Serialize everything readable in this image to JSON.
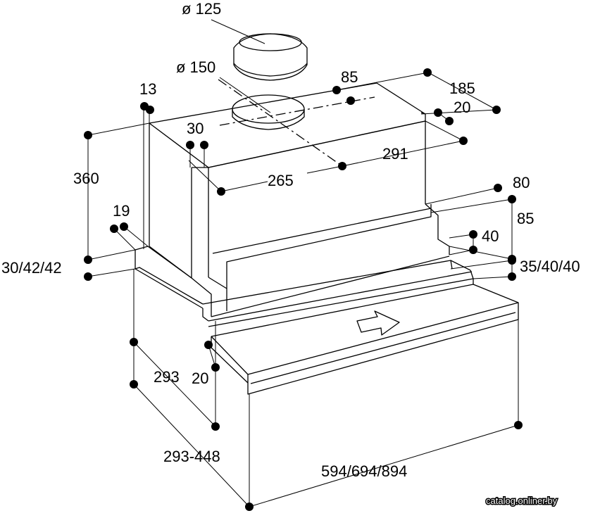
{
  "dimensions": {
    "d125": "ø 125",
    "d150": "ø 150",
    "d13": "13",
    "d85_top": "85",
    "d185": "185",
    "d20_top": "20",
    "d30": "30",
    "d291": "291",
    "d360": "360",
    "d265": "265",
    "d80": "80",
    "d85_right": "85",
    "d19": "19",
    "d40": "40",
    "d30_42_42": "30/42/42",
    "d35_40_40": "35/40/40",
    "d293": "293",
    "d20_bottom": "20",
    "d293_448": "293-448",
    "d594_694_894": "594/694/894"
  },
  "watermark": "catalog.onliner.by"
}
